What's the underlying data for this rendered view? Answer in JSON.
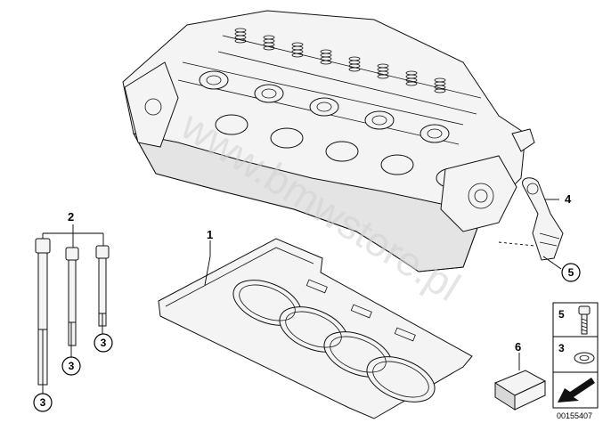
{
  "watermark": "www.bmwstore.pl",
  "doc_number": "00155407",
  "callouts": {
    "gasket": "1",
    "bolts": "2",
    "bracket": "4",
    "sealing_compound": "6"
  },
  "circled": {
    "bolt_left": "3",
    "bolt_middle": "3",
    "bolt_right": "3",
    "bracket_screw": "5"
  },
  "legend": {
    "screw_ref": "5",
    "washer_ref": "3"
  },
  "icons": {
    "cylinder_head": "cylinder-head-assembly",
    "gasket": "head-gasket",
    "bolt": "head-bolt",
    "bracket": "lifting-bracket",
    "screw": "hex-screw",
    "washer": "washer",
    "compound_box": "sealing-compound-pack",
    "arrow": "direction-arrow"
  }
}
